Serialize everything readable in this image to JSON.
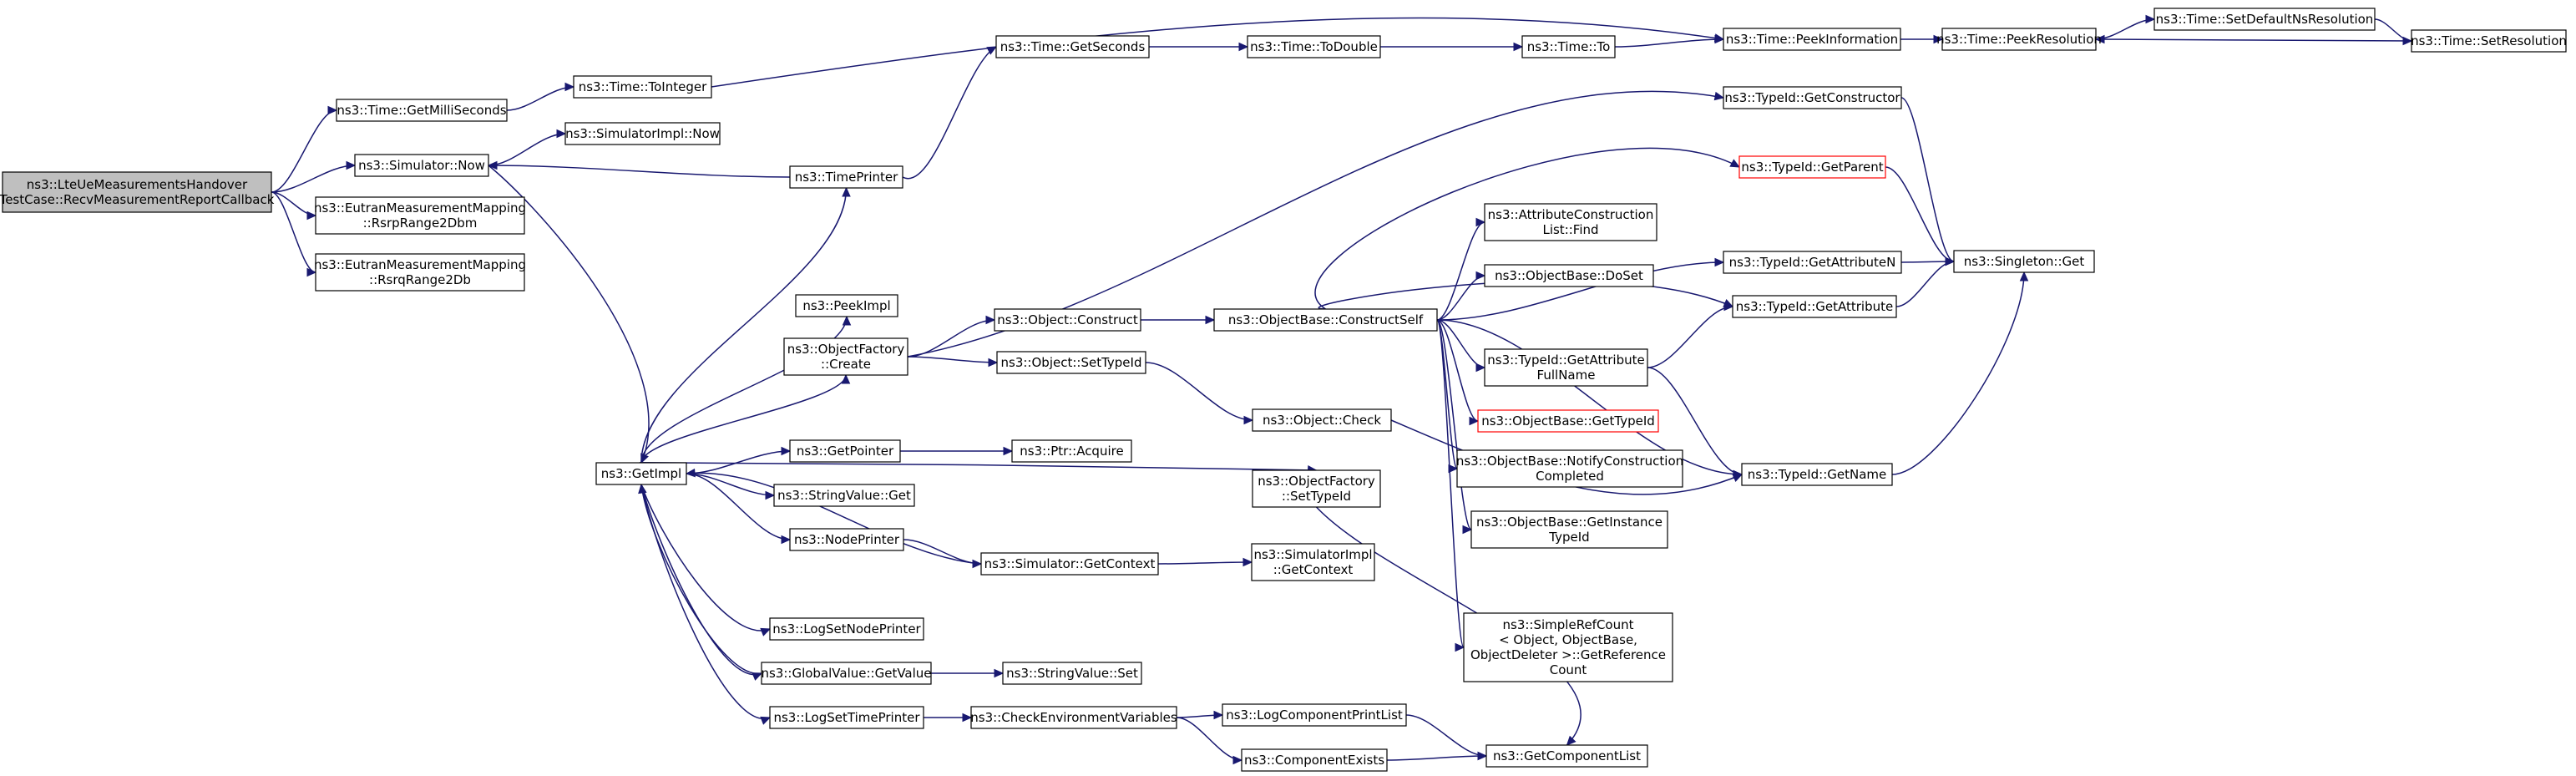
{
  "graph": {
    "nodes": [
      {
        "id": "root",
        "lines": [
          "ns3::LteUeMeasurementsHandover",
          "TestCase::RecvMeasurementReportCallback"
        ],
        "style": "root"
      },
      {
        "id": "n1",
        "lines": [
          "ns3::Time::GetMilliSeconds"
        ]
      },
      {
        "id": "n2",
        "lines": [
          "ns3::Time::ToInteger"
        ]
      },
      {
        "id": "n3",
        "lines": [
          "ns3::Time::PeekInformation"
        ]
      },
      {
        "id": "n4",
        "lines": [
          "ns3::Time::PeekResolution"
        ]
      },
      {
        "id": "n5",
        "lines": [
          "ns3::Time::SetDefaultNsResolution"
        ]
      },
      {
        "id": "n6",
        "lines": [
          "ns3::Time::SetResolution"
        ]
      },
      {
        "id": "n7",
        "lines": [
          "ns3::Simulator::Now"
        ]
      },
      {
        "id": "n8",
        "lines": [
          "ns3::SimulatorImpl::Now"
        ]
      },
      {
        "id": "n9",
        "lines": [
          "ns3::GetImpl"
        ]
      },
      {
        "id": "n10",
        "lines": [
          "ns3::EutranMeasurementMapping",
          "::RsrpRange2Dbm"
        ]
      },
      {
        "id": "n11",
        "lines": [
          "ns3::EutranMeasurementMapping",
          "::RsrqRange2Db"
        ]
      },
      {
        "id": "n12",
        "lines": [
          "ns3::Time::GetSeconds"
        ]
      },
      {
        "id": "n13",
        "lines": [
          "ns3::Time::ToDouble"
        ]
      },
      {
        "id": "n14",
        "lines": [
          "ns3::Time::To"
        ]
      },
      {
        "id": "n15",
        "lines": [
          "ns3::TimePrinter"
        ]
      },
      {
        "id": "n16",
        "lines": [
          "ns3::PeekImpl"
        ]
      },
      {
        "id": "n17",
        "lines": [
          "ns3::ObjectFactory",
          "::Create"
        ]
      },
      {
        "id": "n18",
        "lines": [
          "ns3::Object::Construct"
        ]
      },
      {
        "id": "n19",
        "lines": [
          "ns3::ObjectBase::ConstructSelf"
        ]
      },
      {
        "id": "n20",
        "lines": [
          "ns3::Object::SetTypeId"
        ]
      },
      {
        "id": "n21",
        "lines": [
          "ns3::Object::Check"
        ]
      },
      {
        "id": "n22",
        "lines": [
          "ns3::ObjectFactory",
          "::SetTypeId"
        ]
      },
      {
        "id": "n23",
        "lines": [
          "ns3::TypeId::GetConstructor"
        ]
      },
      {
        "id": "n24",
        "lines": [
          "ns3::TypeId::GetParent"
        ],
        "style": "truncated"
      },
      {
        "id": "n25",
        "lines": [
          "ns3::AttributeConstruction",
          "List::Find"
        ]
      },
      {
        "id": "n26",
        "lines": [
          "ns3::ObjectBase::DoSet"
        ]
      },
      {
        "id": "n27",
        "lines": [
          "ns3::TypeId::GetAttributeN"
        ]
      },
      {
        "id": "n28",
        "lines": [
          "ns3::TypeId::GetAttribute"
        ]
      },
      {
        "id": "n29",
        "lines": [
          "ns3::Singleton::Get"
        ]
      },
      {
        "id": "n30",
        "lines": [
          "ns3::TypeId::GetAttribute",
          "FullName"
        ]
      },
      {
        "id": "n31",
        "lines": [
          "ns3::ObjectBase::GetTypeId"
        ],
        "style": "truncated"
      },
      {
        "id": "n32",
        "lines": [
          "ns3::ObjectBase::NotifyConstruction",
          "Completed"
        ]
      },
      {
        "id": "n33",
        "lines": [
          "ns3::TypeId::GetName"
        ]
      },
      {
        "id": "n34",
        "lines": [
          "ns3::ObjectBase::GetInstance",
          "TypeId"
        ]
      },
      {
        "id": "n35",
        "lines": [
          "ns3::SimpleRefCount",
          "< Object, ObjectBase,",
          "ObjectDeleter >::GetReference",
          "Count"
        ]
      },
      {
        "id": "n36",
        "lines": [
          "ns3::GetPointer"
        ]
      },
      {
        "id": "n37",
        "lines": [
          "ns3::Ptr::Acquire"
        ]
      },
      {
        "id": "n38",
        "lines": [
          "ns3::StringValue::Get"
        ]
      },
      {
        "id": "n39",
        "lines": [
          "ns3::NodePrinter"
        ]
      },
      {
        "id": "n40",
        "lines": [
          "ns3::Simulator::GetContext"
        ]
      },
      {
        "id": "n41",
        "lines": [
          "ns3::SimulatorImpl",
          "::GetContext"
        ]
      },
      {
        "id": "n42",
        "lines": [
          "ns3::LogSetNodePrinter"
        ]
      },
      {
        "id": "n43",
        "lines": [
          "ns3::GlobalValue::GetValue"
        ]
      },
      {
        "id": "n44",
        "lines": [
          "ns3::StringValue::Set"
        ]
      },
      {
        "id": "n45",
        "lines": [
          "ns3::LogSetTimePrinter"
        ]
      },
      {
        "id": "n46",
        "lines": [
          "ns3::CheckEnvironmentVariables"
        ]
      },
      {
        "id": "n47",
        "lines": [
          "ns3::LogComponentPrintList"
        ]
      },
      {
        "id": "n48",
        "lines": [
          "ns3::ComponentExists"
        ]
      },
      {
        "id": "n49",
        "lines": [
          "ns3::GetComponentList"
        ]
      }
    ]
  }
}
